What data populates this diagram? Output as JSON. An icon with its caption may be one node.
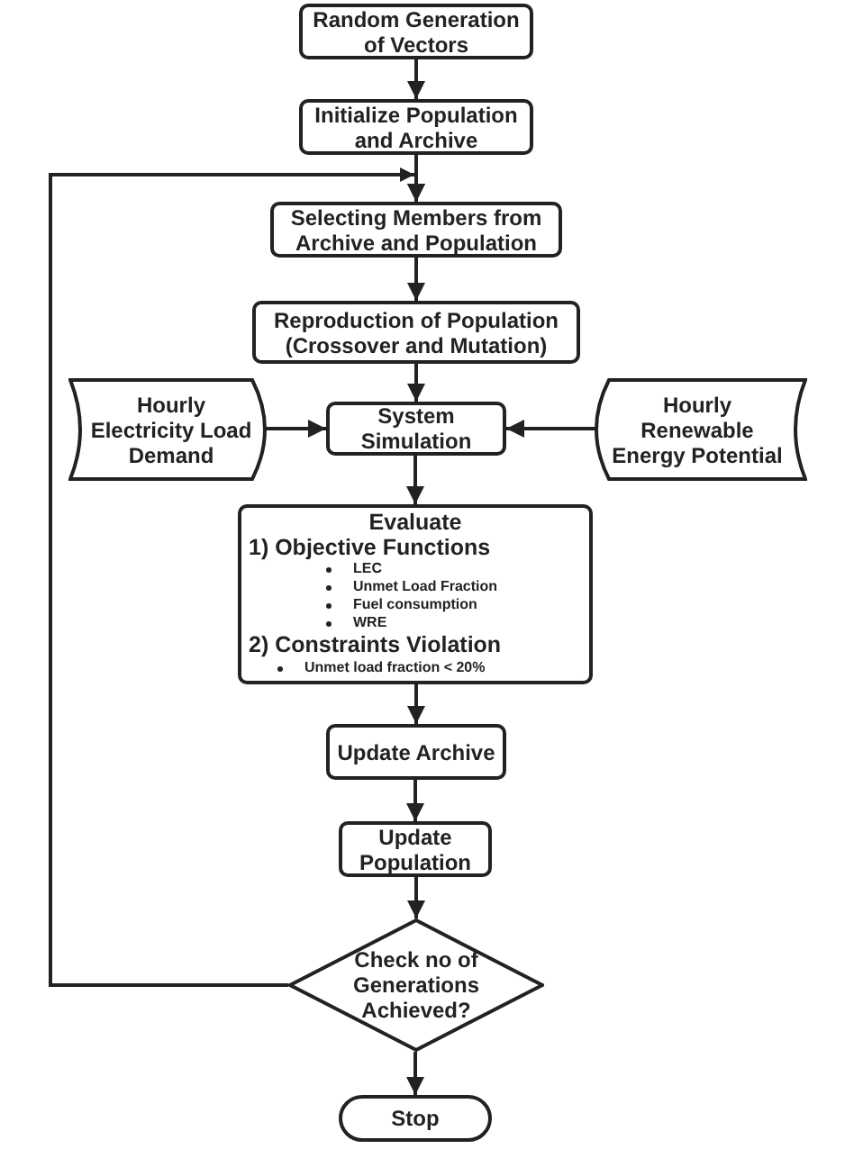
{
  "diagram": {
    "nodes": [
      {
        "text": [
          "Random Generation of Vectors"
        ]
      },
      {
        "text": [
          "Initialize Population and Archive"
        ]
      },
      {
        "text": [
          "Selecting Members from Archive and Population"
        ]
      },
      {
        "text": [
          "Reproduction of Population (Crossover and Mutation)"
        ]
      },
      {
        "text": [
          "Hourly Electricity Load Demand"
        ]
      },
      {
        "text": [
          "System Simulation"
        ]
      },
      {
        "text": [
          "Hourly Renewable Energy Potential"
        ]
      },
      {
        "text": [
          "Evaluate",
          "1) Objective Functions",
          "LEC",
          "Unmet Load Fraction",
          "Fuel consumption",
          "WRE",
          "2) Constraints Violation",
          "Unmet load fraction < 20%"
        ]
      },
      {
        "text": [
          "Update Archive"
        ]
      },
      {
        "text": [
          "Update Population"
        ]
      },
      {
        "text": [
          "Check no of Generations Achieved?"
        ]
      },
      {
        "text": [
          "Stop"
        ]
      }
    ],
    "edges": [
      {
        "from": 0,
        "to": 1,
        "arrow": "to"
      },
      {
        "from": 1,
        "to": 2,
        "arrow": "to"
      },
      {
        "from": 2,
        "to": 3,
        "arrow": "to"
      },
      {
        "from": 3,
        "to": 5,
        "arrow": "to"
      },
      {
        "from": 4,
        "to": 5,
        "arrow": "to"
      },
      {
        "from": 6,
        "to": 5,
        "arrow": "to"
      },
      {
        "from": 5,
        "to": 7,
        "arrow": "to"
      },
      {
        "from": 7,
        "to": 8,
        "arrow": "to"
      },
      {
        "from": 8,
        "to": 9,
        "arrow": "to"
      },
      {
        "from": 9,
        "to": 10,
        "arrow": "to"
      },
      {
        "from": 10,
        "to": 11,
        "arrow": "to"
      },
      {
        "from": 10,
        "to": 2,
        "arrow": "to"
      }
    ]
  }
}
